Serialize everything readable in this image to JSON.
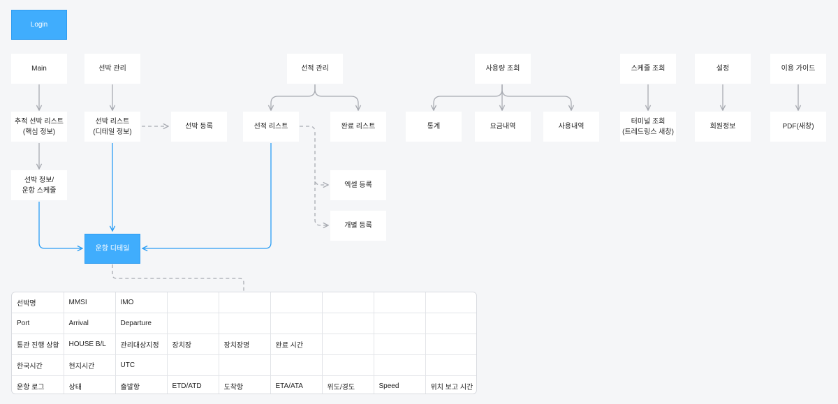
{
  "nodes": {
    "login": "Login",
    "main": "Main",
    "ship_manage": "선박 관리",
    "cargo_manage": "선적 관리",
    "usage_query": "사용량 조회",
    "schedule_query": "스케줄 조회",
    "settings": "설정",
    "guide": "이용 가이드",
    "tracking_list": "추적 선박 리스트\n(핵심 정보)",
    "ship_list": "선박 리스트\n(디테일 정보)",
    "ship_register": "선박 등록",
    "cargo_list": "선적 리스트",
    "complete_list": "완료 리스트",
    "stats": "통계",
    "fee_history": "요금내역",
    "usage_history": "사용내역",
    "terminal_query": "터미널 조회\n(트레드링스 새창)",
    "member_info": "회원정보",
    "pdf": "PDF(새창)",
    "ship_info_schedule": "선박 정보/\n운항 스케줄",
    "excel_register": "엑셀 등록",
    "individual_register": "개별 등록",
    "voyage_detail": "운항 디테일"
  },
  "detail_table": [
    [
      "선박명",
      "MMSI",
      "IMO",
      "",
      "",
      "",
      "",
      "",
      ""
    ],
    [
      "Port",
      "Arrival",
      "Departure",
      "",
      "",
      "",
      "",
      "",
      ""
    ],
    [
      "통관 진행 상황",
      "HOUSE B/L",
      "관리대상지정",
      "장치장",
      "장치장명",
      "완료 시간",
      "",
      "",
      ""
    ],
    [
      "한국시간",
      "현지시간",
      "UTC",
      "",
      "",
      "",
      "",
      "",
      ""
    ],
    [
      "운항 로그",
      "상태",
      "출발항",
      "ETD/ATD",
      "도착항",
      "ETA/ATA",
      "위도/경도",
      "Speed",
      "위치 보고 시간"
    ]
  ],
  "colors": {
    "background": "#f5f6f8",
    "accent_blue": "#40adfd",
    "arrow_gray": "#a8abb2",
    "arrow_blue": "#2a9df4"
  }
}
